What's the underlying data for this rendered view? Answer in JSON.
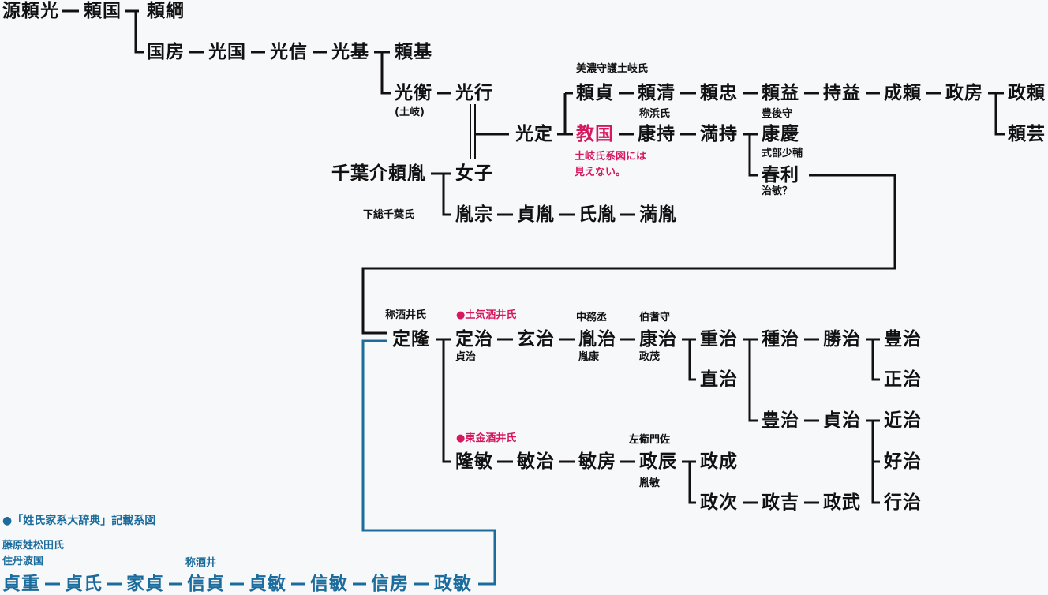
{
  "colors": {
    "black": "#111111",
    "pink": "#d6195f",
    "blue": "#1b6c9c",
    "background": "#f7f8fa"
  },
  "top": {
    "minamoto_yorimitsu": "源頼光",
    "yorikuni": "頼国",
    "yoritsuna": "頼綱",
    "kunifusa": "国房",
    "mitsukuni": "光国",
    "mitsunobu": "光信",
    "mitsumoto": "光基",
    "yorimoto": "頼基",
    "mitsuhira": "光衡",
    "mitsuhira_note": "(土岐)",
    "mitsuyuki": "光行",
    "mitsusada": "光定",
    "chiba_yoritane": "千葉介頼胤",
    "joshi": "女子",
    "shimousa_chiba_note": "下総千葉氏",
    "tanemune": "胤宗",
    "sadatane": "貞胤",
    "ujitane": "氏胤",
    "mitsutane": "満胤"
  },
  "toki": {
    "note": "美濃守護土岐氏",
    "yorisada": "頼貞",
    "yorikiyo": "頼清",
    "yoritada": "頼忠",
    "yorimasu": "頼益",
    "mochimasu": "持益",
    "shigeyori": "成頼",
    "masafusa": "政房",
    "masayori": "政頼",
    "yorinari": "頼芸",
    "noriku": "教国",
    "noriku_note_1": "土岐氏系図には",
    "noriku_note_2": "見えない。",
    "hama_note": "称浜氏",
    "yasumochi": "康持",
    "mitsumochi": "満持",
    "bungo_note": "豊後守",
    "yasuyoshi": "康慶",
    "shikibu_note": "式部少輔",
    "harutoshi": "春利",
    "harutoshi_note": "治敏？"
  },
  "sakai": {
    "sakai_note": "称酒井氏",
    "sadataka": "定隆",
    "toki_sakai": "●土気酒井氏",
    "sadaharu": "定治",
    "sadaharu_note": "貞治",
    "genji": "玄治",
    "nakatsukasa_note": "中務丞",
    "taneharu": "胤治",
    "taneharu_note": "胤康",
    "hoki_note": "伯耆守",
    "yasuharu": "康治",
    "yasuharu_note": "政茂",
    "shigeharu": "重治",
    "naoharu": "直治",
    "taneharu2": "種治",
    "katsuharu": "勝治",
    "toyoharu": "豊治",
    "masaharu": "正治",
    "toyoharu2": "豊治",
    "sadaharu2": "貞治",
    "chikaharu": "近治",
    "yoshiharu": "好治",
    "yukiharu": "行治",
    "togane_sakai": "●東金酒井氏",
    "takatoshi": "隆敏",
    "toshiharu": "敏治",
    "toshifusa": "敏房",
    "saemon_note": "左衛門佐",
    "masatoki": "政辰",
    "masatoki_note": "胤敏",
    "masanari": "政成",
    "masatsugu": "政次",
    "masayoshi": "政吉",
    "masatake": "政武"
  },
  "dictionary": {
    "title": "●「姓氏家系大辞典」記載系図",
    "note_1": "藤原姓松田氏",
    "note_2": "住丹波国",
    "sakai_note": "称酒井",
    "sadashige": "貞重",
    "sadauji": "貞氏",
    "iesada": "家貞",
    "nobusada": "信貞",
    "sadatoshi": "貞敏",
    "nobutoshi": "信敏",
    "nobufusa": "信房",
    "masatoshi": "政敏"
  }
}
